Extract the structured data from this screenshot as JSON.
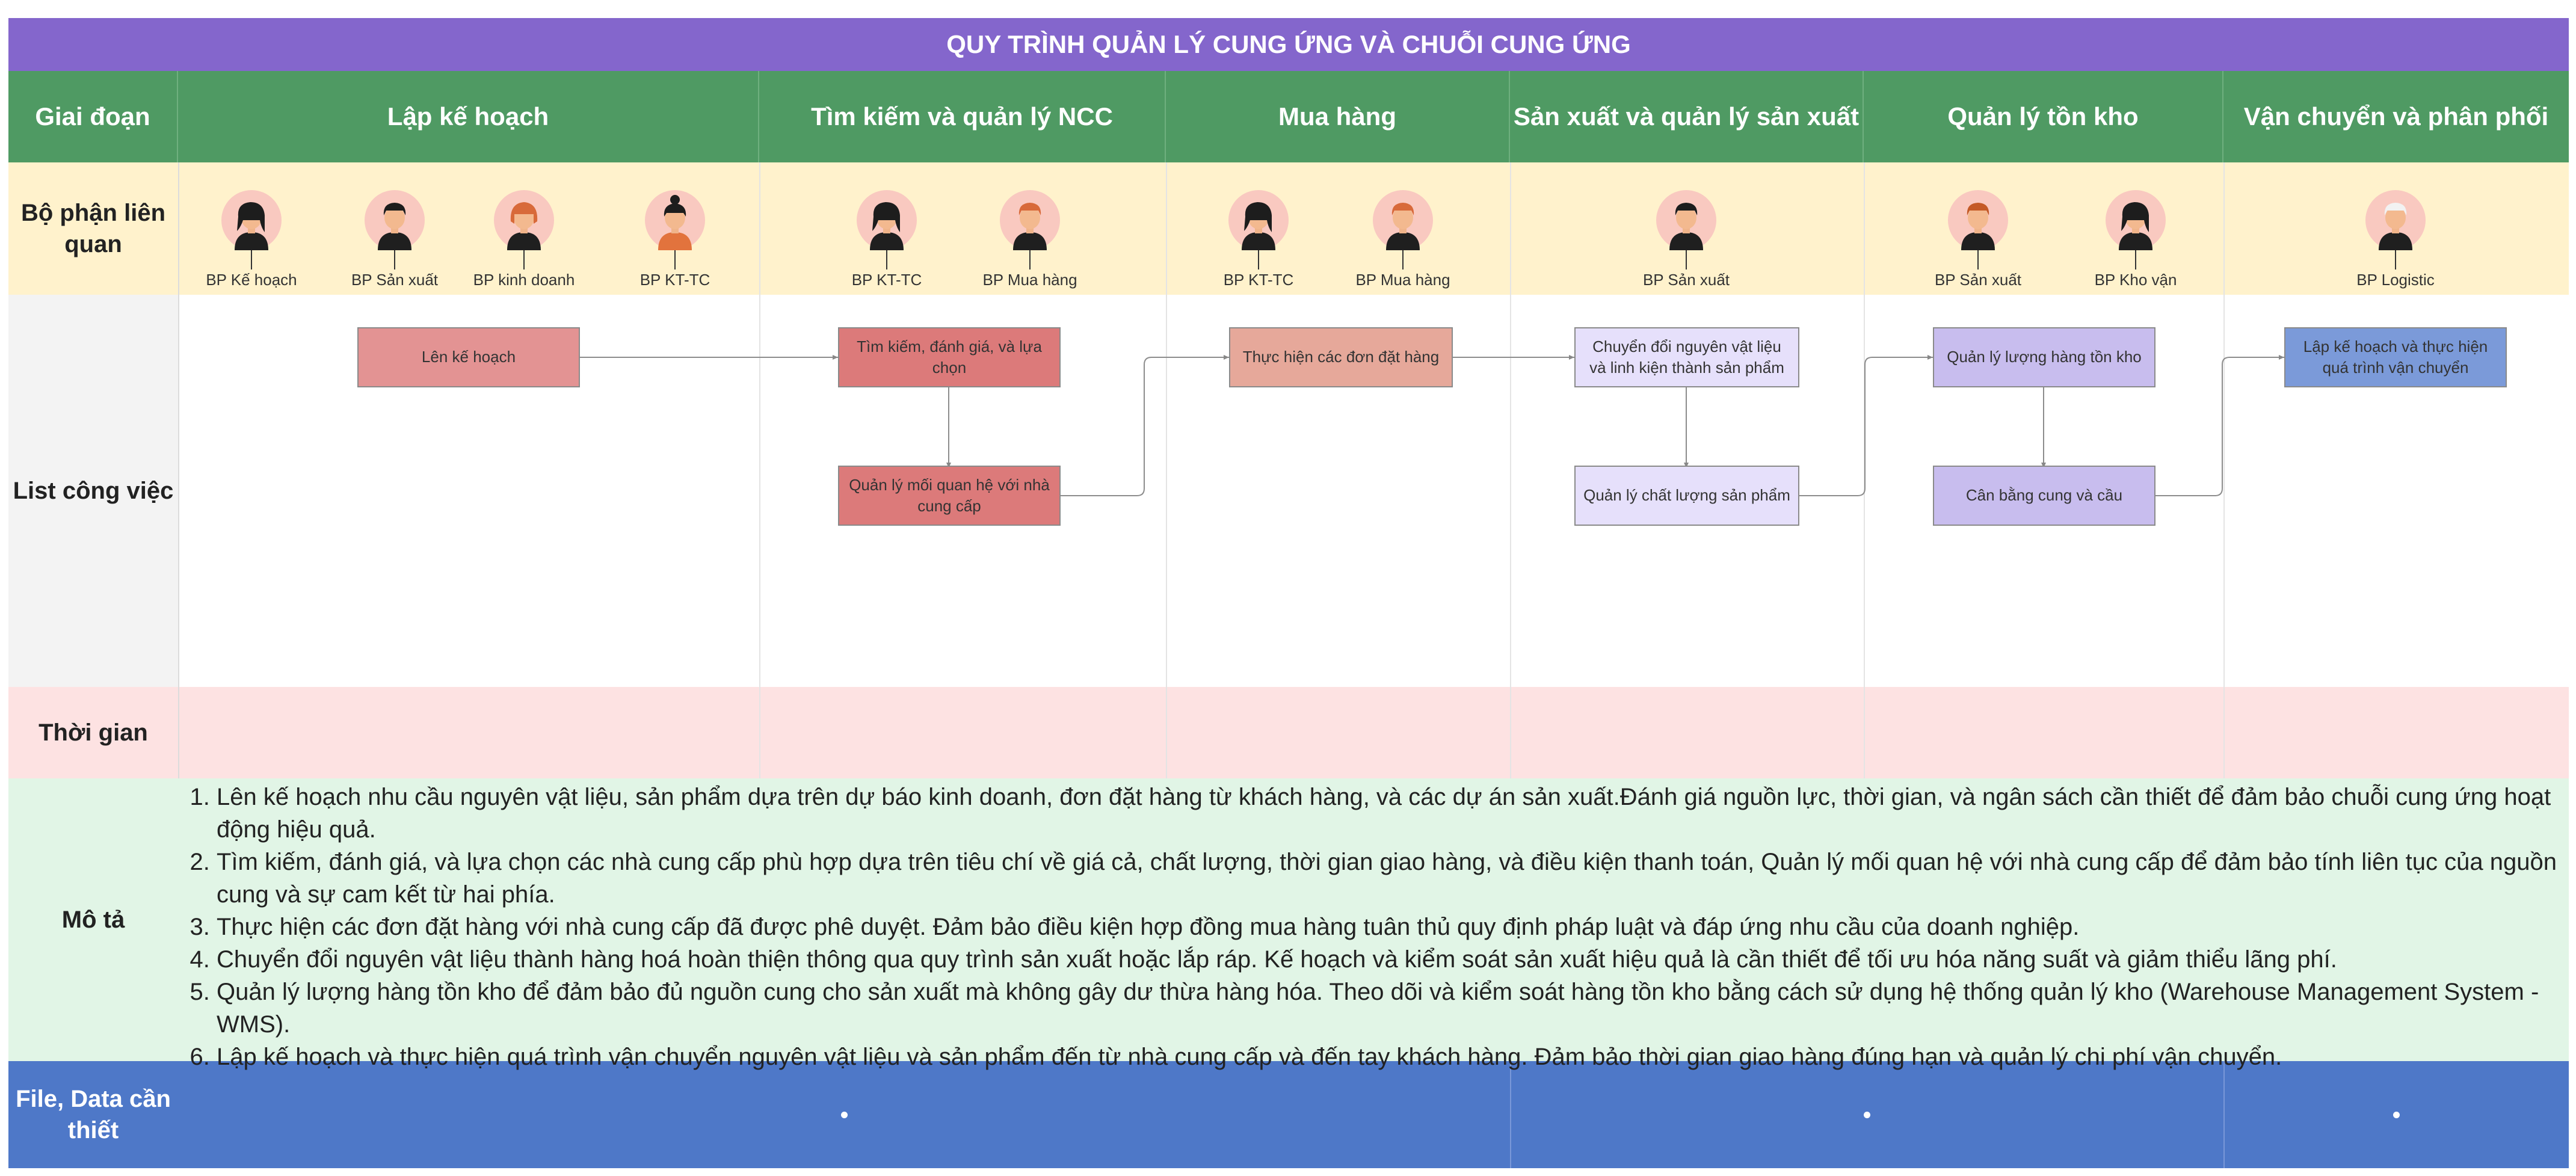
{
  "title": "QUY TRÌNH QUẢN LÝ CUNG ỨNG VÀ CHUỖI CUNG ỨNG",
  "row_labels": {
    "stage": "Giai đoạn",
    "departments": "Bộ phận liên quan",
    "tasks": "List công việc",
    "time": "Thời gian",
    "description": "Mô tả",
    "files": "File, Data cần thiết"
  },
  "stages": [
    "Lập kế hoạch",
    "Tìm kiếm và quản lý NCC",
    "Mua hàng",
    "Sản xuất và quản lý sản xuất",
    "Quản lý tồn kho",
    "Vận chuyển và phân phối"
  ],
  "departments": [
    "BP Kế hoạch",
    "BP Sản xuất",
    "BP kinh doanh",
    "BP KT-TC",
    "BP KT-TC",
    "BP Mua hàng",
    "BP KT-TC",
    "BP Mua hàng",
    "BP Sản xuất",
    "BP Sản xuất",
    "BP Kho vận",
    "BP Logistic"
  ],
  "tasks": [
    "Lên kế hoạch",
    "Tìm kiếm, đánh giá, và lựa chọn",
    "Quản lý mối quan hệ với nhà cung cấp",
    "Thực hiện các đơn đặt hàng",
    "Chuyển đổi nguyên vật liệu và linh kiện thành sản phẩm",
    "Quản lý chất lượng sản phẩm",
    "Quản lý lượng hàng tồn kho",
    "Cân bằng cung và cầu",
    "Lập kế hoạch và thực hiện quá trình vận chuyển"
  ],
  "descriptions": [
    "Lên kế hoạch nhu cầu nguyên vật liệu, sản phẩm dựa trên dự báo kinh doanh, đơn đặt hàng từ khách hàng, và các dự án sản xuất.Đánh giá nguồn lực, thời gian, và ngân sách cần thiết để đảm bảo chuỗi cung ứng hoạt động hiệu quả.",
    "Tìm kiếm, đánh giá, và lựa chọn các nhà cung cấp phù hợp dựa trên tiêu chí về giá cả, chất lượng, thời gian giao hàng, và điều kiện thanh toán, Quản lý mối quan hệ với nhà cung cấp để đảm bảo tính liên tục của nguồn cung và sự cam kết từ hai phía.",
    "Thực hiện các đơn đặt hàng với nhà cung cấp đã được phê duyệt. Đảm bảo điều kiện hợp đồng mua hàng tuân thủ quy định pháp luật và đáp ứng nhu cầu của doanh nghiệp.",
    "Chuyển đổi nguyên vật liệu thành hàng hoá hoàn thiện thông qua quy trình sản xuất hoặc lắp ráp. Kế hoạch và kiểm soát sản xuất hiệu quả là cần thiết để tối ưu hóa năng suất và giảm thiểu lãng phí.",
    "Quản lý lượng hàng tồn kho để đảm bảo đủ nguồn cung cho sản xuất mà không gây dư thừa hàng hóa. Theo dõi và kiểm soát hàng tồn kho bằng cách sử dụng hệ thống quản lý kho (Warehouse Management System - WMS).",
    "Lập kế hoạch và thực hiện quá trình vận chuyển nguyên vật liệu và sản phẩm đến từ nhà cung cấp và đến tay khách hàng. Đảm bảo thời gian giao hàng đúng hạn và quản lý chi phí vận chuyển."
  ],
  "colors": {
    "title_bg": "#8466cc",
    "header_bg": "#4f9a63",
    "departments_bg": "#fff2cc",
    "time_bg": "#fde2e2",
    "description_bg": "#e1f5e6",
    "files_bg": "#4e78c8",
    "task_planning": "#e39393",
    "task_supplier": "#dc7a7a",
    "task_purchase": "#e6a89a",
    "task_production": "#e6e0fb",
    "task_inventory": "#c8bdee",
    "task_logistics": "#7b9ad9"
  }
}
